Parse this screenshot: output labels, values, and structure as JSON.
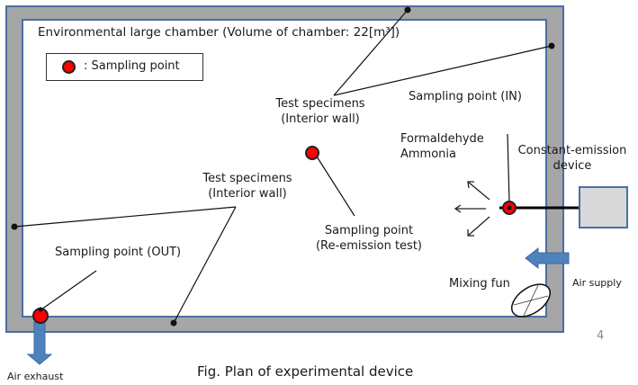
{
  "chamber": {
    "title": "Environmental large chamber (Volume of chamber: 22[m³])"
  },
  "legend": {
    "symbol": "red-circle",
    "label": ": Sampling point"
  },
  "labels": {
    "test_specimens_top": [
      "Test specimens",
      "(Interior wall)"
    ],
    "test_specimens_left": [
      "Test specimens",
      "(Interior wall)"
    ],
    "sampling_in": "Sampling point (IN)",
    "sampling_out": "Sampling point (OUT)",
    "sampling_reemission": [
      "Sampling point",
      "(Re-emission test)"
    ],
    "gases": [
      "Formaldehyde",
      "Ammonia"
    ],
    "constant_emission": [
      "Constant-emission",
      "device"
    ],
    "air_supply": "Air supply",
    "air_exhaust": "Air exhaust",
    "mixing_fan": "Mixing fun"
  },
  "caption": "Fig. Plan of experimental device",
  "page_number": "4",
  "colors": {
    "wall_fill": "#a6a6a6",
    "wall_border": "#4a6fa5",
    "arrow_fill": "#4f81bd",
    "sampling_point": "#ff0000",
    "device_fill": "#d9d9d9"
  }
}
